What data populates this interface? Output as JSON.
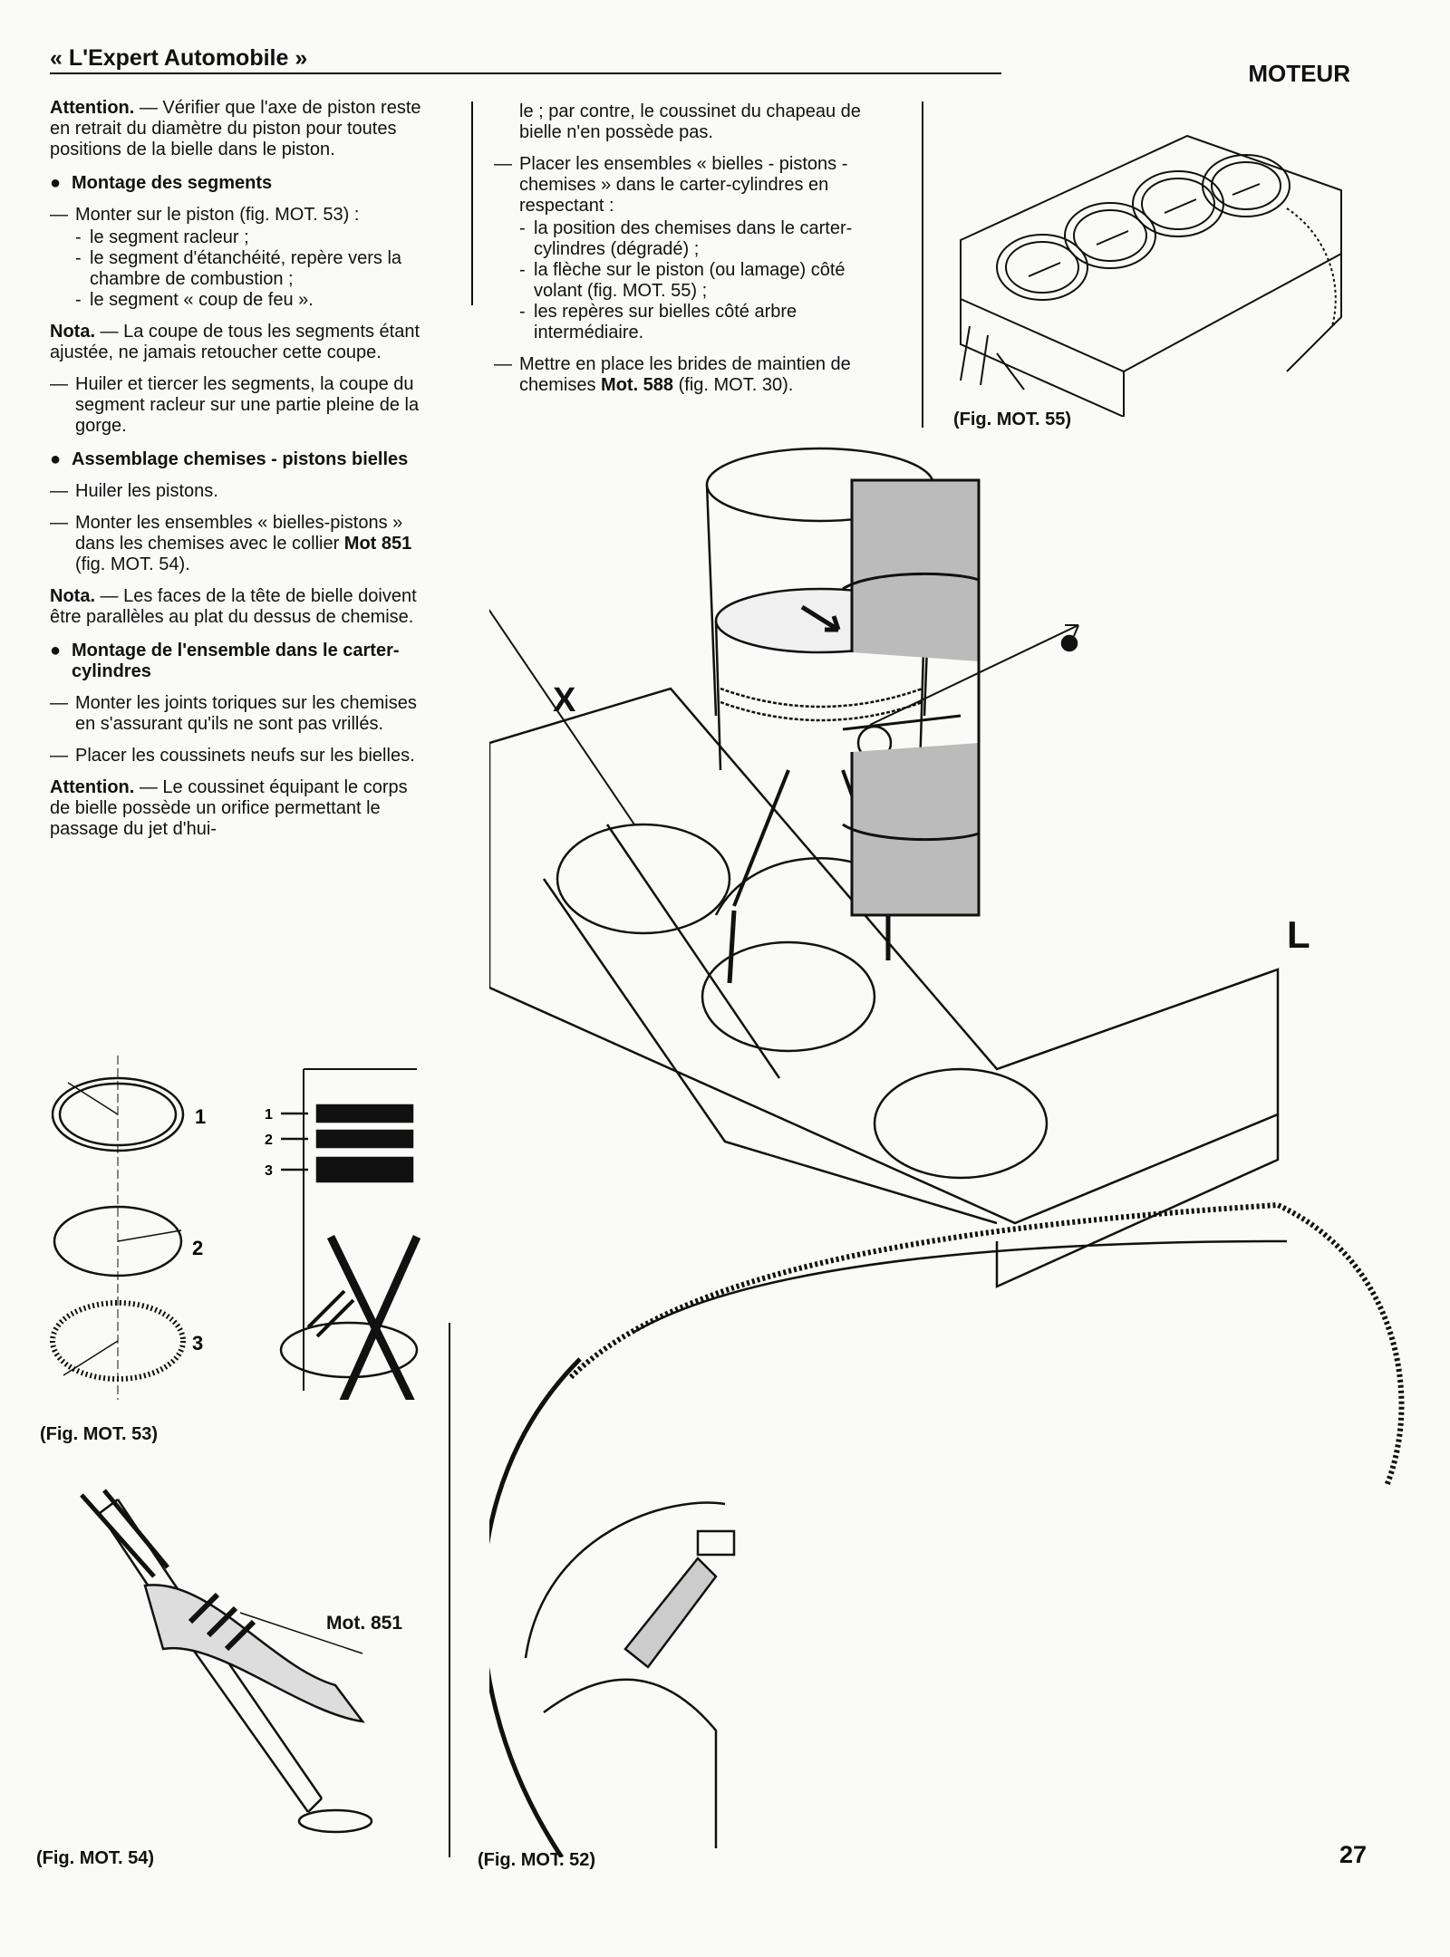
{
  "header": {
    "publication": "« L'Expert Automobile »",
    "section": "MOTEUR"
  },
  "left_column": {
    "attention_1": {
      "label": "Attention.",
      "text": " — Vérifier que l'axe de piston reste en retrait du diamètre du piston pour toutes positions de la bielle dans le piston."
    },
    "heading_segments": "Montage des segments",
    "step_segments": "Monter sur le piston (fig. MOT. 53) :",
    "segments_list": [
      "le segment racleur ;",
      "le segment d'étanchéité, repère vers la chambre de combustion ;",
      "le segment « coup de feu »."
    ],
    "nota_1": {
      "label": "Nota.",
      "text": " — La coupe de tous les segments étant ajustée, ne jamais retoucher cette coupe."
    },
    "step_huiler_segments": "Huiler et tiercer les segments, la coupe du segment racleur sur une partie pleine de la gorge.",
    "heading_assemblage": "Assemblage chemises - pistons bielles",
    "step_huiler_pistons": "Huiler les pistons.",
    "step_monter_ensembles": {
      "before": "Monter les ensembles « bielles-pistons » dans les chemises avec le collier ",
      "bold": "Mot 851",
      "after": " (fig. MOT. 54)."
    },
    "nota_2": {
      "label": "Nota.",
      "text": " — Les faces de la tête de bielle doivent être parallèles au plat du dessus de chemise."
    },
    "heading_montage_ensemble": "Montage de l'ensemble dans le carter-cylindres",
    "step_joints": "Monter les joints toriques sur les chemises en s'assurant qu'ils ne sont pas vrillés.",
    "step_coussinets": "Placer les coussinets neufs sur les bielles.",
    "attention_2": {
      "label": "Attention.",
      "text": " — Le coussinet équipant le corps de bielle possède un orifice permettant le passage du jet d'hui-"
    }
  },
  "mid_column": {
    "continuation": "le ; par contre, le coussinet du chapeau de bielle n'en possède pas.",
    "step_placer": "Placer les ensembles « bielles - pistons - chemises » dans le carter-cylindres en respectant :",
    "placer_list": [
      "la position des chemises dans le carter-cylindres (dégradé) ;",
      "la flèche sur le piston (ou lamage) côté volant (fig. MOT. 55) ;",
      "les repères sur bielles côté arbre intermédiaire."
    ],
    "step_brides": {
      "before": "Mettre en place les brides de maintien de chemises ",
      "bold": "Mot. 588",
      "after": " (fig. MOT. 30)."
    }
  },
  "figures": {
    "fig53": {
      "caption": "(Fig. MOT. 53)",
      "ring_labels": [
        "1",
        "2",
        "3"
      ],
      "groove_labels": [
        "1",
        "2",
        "3"
      ]
    },
    "fig54": {
      "caption": "(Fig. MOT. 54)",
      "tool_label": "Mot. 851"
    },
    "fig55": {
      "caption": "(Fig. MOT. 55)"
    },
    "fig52": {
      "caption": "(Fig. MOT. 52)",
      "label_x": "X",
      "label_l": "L"
    }
  },
  "page_number": "27"
}
